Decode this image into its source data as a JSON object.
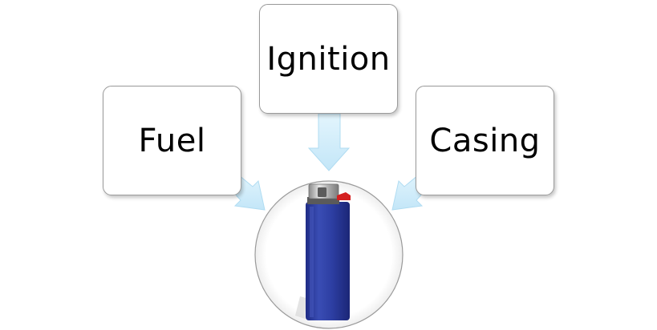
{
  "diagram": {
    "nodes": [
      {
        "id": "fuel",
        "label": "Fuel"
      },
      {
        "id": "ignition",
        "label": "Ignition"
      },
      {
        "id": "casing",
        "label": "Casing"
      }
    ],
    "center": {
      "icon": "lighter-icon"
    },
    "colors": {
      "arrow": "#c9eafb",
      "arrow_edge": "#a9d9f2",
      "lighter_body": "#2e3fa0",
      "lighter_cap": "#b8b8b8",
      "lighter_button": "#d42020"
    }
  }
}
